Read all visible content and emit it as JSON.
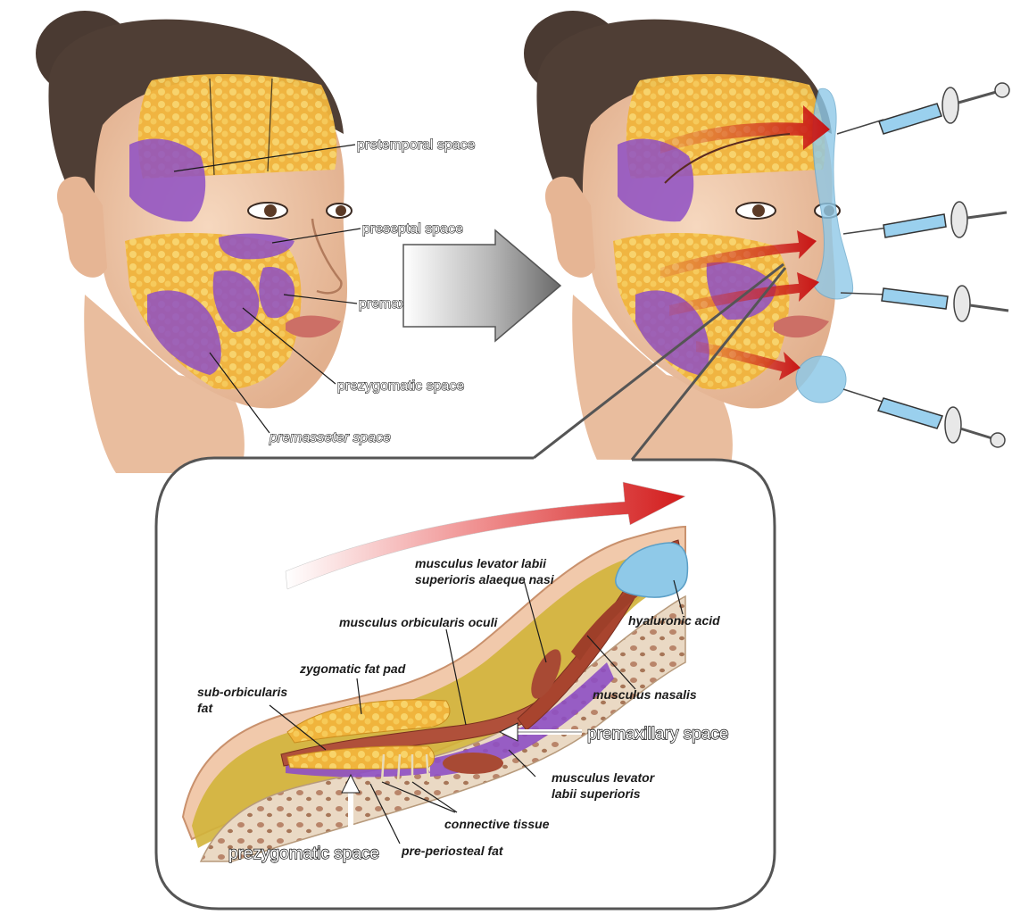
{
  "face_labels": {
    "pretemporal": "pretemporal space",
    "preseptal": "preseptal space",
    "premaxillary": "premaxillary space",
    "prezygomatic": "prezygomatic space",
    "premasseter": "premasseter space"
  },
  "cross_section_labels": {
    "levator_alaeque_line1": "musculus levator labii",
    "levator_alaeque_line2": "superioris alaeque nasi",
    "orbicularis_oculi": "musculus orbicularis oculi",
    "hyaluronic_acid": "hyaluronic acid",
    "zygomatic_fat_pad": "zygomatic fat pad",
    "sub_orbicularis_line1": "sub-orbicularis",
    "sub_orbicularis_line2": "fat",
    "nasalis": "musculus nasalis",
    "premaxillary_space": "premaxillary space",
    "levator_superioris_line1": "musculus levator",
    "levator_superioris_line2": "labii superioris",
    "connective_tissue": "connective tissue",
    "prezygomatic_space": "prezygomatic space",
    "pre_periosteal_fat": "pre-periosteal fat"
  },
  "colors": {
    "fat": "#f2b93b",
    "space": "#8e4fc4",
    "skin": "#f1c9ab",
    "hair": "#4a3a32",
    "arrow_red": "#d42020",
    "filler_blue": "#8fc9e8",
    "muscle": "#b0503a",
    "bone": "#e8d9c6"
  }
}
